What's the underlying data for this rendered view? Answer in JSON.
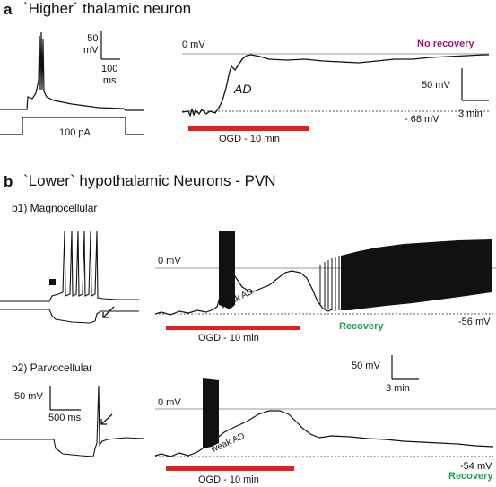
{
  "panel_a": {
    "letter": "a",
    "title": "`Higher` thalamic neuron",
    "scale_mv": "50\nmV",
    "scale_ms": "100\nms",
    "stim_label": "100 pA",
    "zero_label": "0 mV",
    "outcome": "No recovery",
    "ad_label": "AD",
    "rest_label": "- 68 mV",
    "scale_right_mv": "50 mV",
    "scale_right_time": "3 min",
    "ogd_label": "OGD - 10 min"
  },
  "panel_b": {
    "letter": "b",
    "title": "`Lower` hypothalamic Neurons - PVN",
    "b1": {
      "label": "b1) Magnocellular",
      "zero_label": "0 mV",
      "ad_label": "weak AD",
      "ogd_label": "OGD - 10 min",
      "outcome": "Recovery",
      "rest_label": "-56 mV"
    },
    "b2": {
      "label": "b2)  Parvocellular",
      "scale_mv": "50 mV",
      "scale_ms": "500 ms",
      "zero_label": "0 mV",
      "ad_label": "weak AD",
      "ogd_label": "OGD - 10 min",
      "outcome": "Recovery",
      "rest_label": "-54 mV",
      "scale_right_mv": "50 mV",
      "scale_right_time": "3 min"
    }
  },
  "colors": {
    "ogd_bar": "#e0221f",
    "no_recovery": "#a0187c",
    "recovery": "#1fa24a",
    "trace": "#111111",
    "guide": "#999999"
  }
}
